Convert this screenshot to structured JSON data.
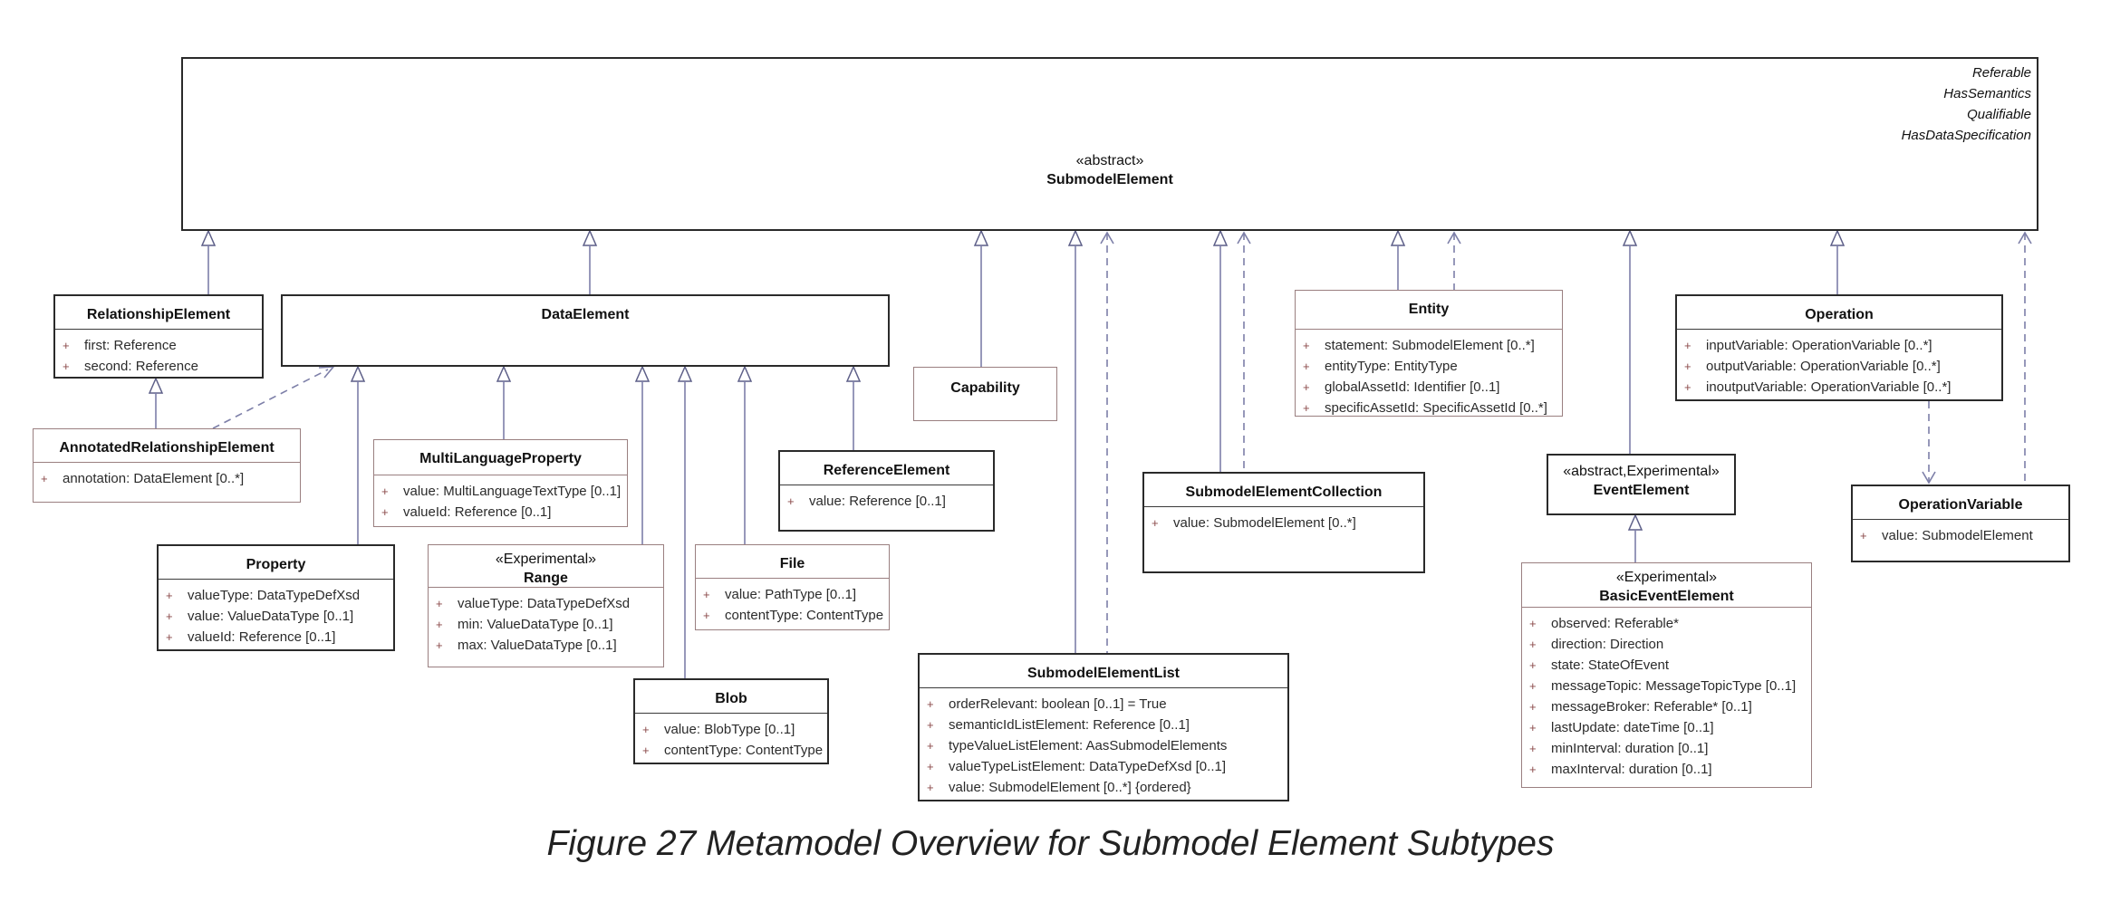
{
  "top": {
    "stereotype": "«abstract»",
    "name": "SubmodelElement",
    "tags": [
      "Referable",
      "HasSemantics",
      "Qualifiable",
      "HasDataSpecification"
    ]
  },
  "boxes": {
    "relationship": {
      "name": "RelationshipElement",
      "attrs": [
        "first: Reference",
        "second: Reference"
      ]
    },
    "annotated": {
      "name": "AnnotatedRelationshipElement",
      "attrs": [
        "annotation: DataElement [0..*]"
      ]
    },
    "data_element": {
      "name": "DataElement"
    },
    "capability": {
      "name": "Capability"
    },
    "mlp": {
      "name": "MultiLanguageProperty",
      "attrs": [
        "value: MultiLanguageTextType [0..1]",
        "valueId: Reference [0..1]"
      ]
    },
    "property": {
      "name": "Property",
      "attrs": [
        "valueType: DataTypeDefXsd",
        "value: ValueDataType [0..1]",
        "valueId: Reference [0..1]"
      ]
    },
    "range": {
      "stereotype": "«Experimental»",
      "name": "Range",
      "attrs": [
        "valueType: DataTypeDefXsd",
        "min: ValueDataType [0..1]",
        "max: ValueDataType [0..1]"
      ]
    },
    "blob": {
      "name": "Blob",
      "attrs": [
        "value: BlobType [0..1]",
        "contentType: ContentType"
      ]
    },
    "file": {
      "name": "File",
      "attrs": [
        "value: PathType [0..1]",
        "contentType: ContentType"
      ]
    },
    "reference": {
      "name": "ReferenceElement",
      "attrs": [
        "value: Reference [0..1]"
      ]
    },
    "sml": {
      "name": "SubmodelElementList",
      "attrs": [
        "orderRelevant: boolean [0..1] = True",
        "semanticIdListElement: Reference [0..1]",
        "typeValueListElement: AasSubmodelElements",
        "valueTypeListElement: DataTypeDefXsd [0..1]",
        "value: SubmodelElement [0..*] {ordered}"
      ]
    },
    "smc": {
      "name": "SubmodelElementCollection",
      "attrs": [
        "value: SubmodelElement [0..*]"
      ]
    },
    "entity": {
      "name": "Entity",
      "attrs": [
        "statement: SubmodelElement [0..*]",
        "entityType: EntityType",
        "globalAssetId: Identifier [0..1]",
        "specificAssetId: SpecificAssetId [0..*]"
      ]
    },
    "event": {
      "stereotype": "«abstract,Experimental»",
      "name": "EventElement"
    },
    "basic_event": {
      "stereotype": "«Experimental»",
      "name": "BasicEventElement",
      "attrs": [
        "observed: Referable*",
        "direction: Direction",
        "state: StateOfEvent",
        "messageTopic: MessageTopicType [0..1]",
        "messageBroker: Referable* [0..1]",
        "lastUpdate: dateTime [0..1]",
        "minInterval: duration [0..1]",
        "maxInterval: duration [0..1]"
      ]
    },
    "operation": {
      "name": "Operation",
      "attrs": [
        "inputVariable: OperationVariable [0..*]",
        "outputVariable: OperationVariable [0..*]",
        "inoutputVariable: OperationVariable [0..*]"
      ]
    },
    "op_variable": {
      "name": "OperationVariable",
      "attrs": [
        "value: SubmodelElement"
      ]
    }
  },
  "attr_marker": "+",
  "caption": "Figure 27 Metamodel Overview for Submodel Element Subtypes"
}
